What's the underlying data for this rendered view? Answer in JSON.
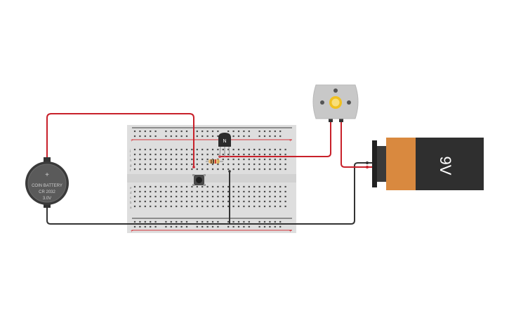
{
  "canvas": {
    "background": "#ffffff"
  },
  "wire_colors": {
    "red": "#c8202a",
    "black": "#333333"
  },
  "coin_battery": {
    "line1": "COIN BATTERY",
    "line2": "CR 2032",
    "line3": "3.0V",
    "plus": "+",
    "color": "#5a5a5a"
  },
  "breadboard": {
    "color": "#dedede",
    "rail_red": "#d4343a",
    "rail_blue": "#3c3c3c",
    "rail_plus": "+",
    "rail_minus": "-",
    "row_letters_top": [
      "j",
      "i",
      "h",
      "g",
      "f"
    ],
    "row_letters_bottom": [
      "e",
      "d",
      "c",
      "b",
      "a"
    ]
  },
  "transistor": {
    "label": "N",
    "color": "#2b2b2b"
  },
  "resistor": {
    "body_color": "#e8c07a"
  },
  "push_button": {
    "color": "#3a3a3a"
  },
  "motor": {
    "body_color": "#c8c8c8",
    "shaft_color": "#f0c020"
  },
  "battery_9v": {
    "label": "9V",
    "top_color": "#d9893f",
    "body_color": "#2f2f2f",
    "cap_color": "#222222"
  }
}
